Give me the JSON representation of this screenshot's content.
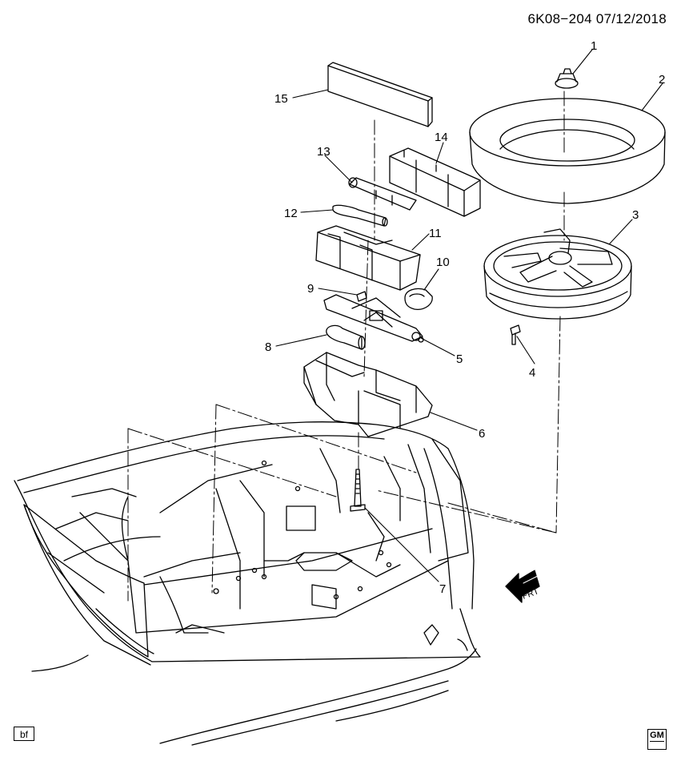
{
  "header": {
    "diagram_code": "6K08−204  07/12/2018"
  },
  "footer": {
    "badge_text": "bf",
    "logo_text": "GM"
  },
  "direction_arrow": {
    "label": "FRT"
  },
  "callouts": [
    {
      "number": "1"
    },
    {
      "number": "2"
    },
    {
      "number": "3"
    },
    {
      "number": "4"
    },
    {
      "number": "5"
    },
    {
      "number": "6"
    },
    {
      "number": "7"
    },
    {
      "number": "8"
    },
    {
      "number": "9"
    },
    {
      "number": "10"
    },
    {
      "number": "11"
    },
    {
      "number": "12"
    },
    {
      "number": "13"
    },
    {
      "number": "14"
    },
    {
      "number": "15"
    }
  ],
  "colors": {
    "line": "#000000",
    "background": "#ffffff"
  }
}
